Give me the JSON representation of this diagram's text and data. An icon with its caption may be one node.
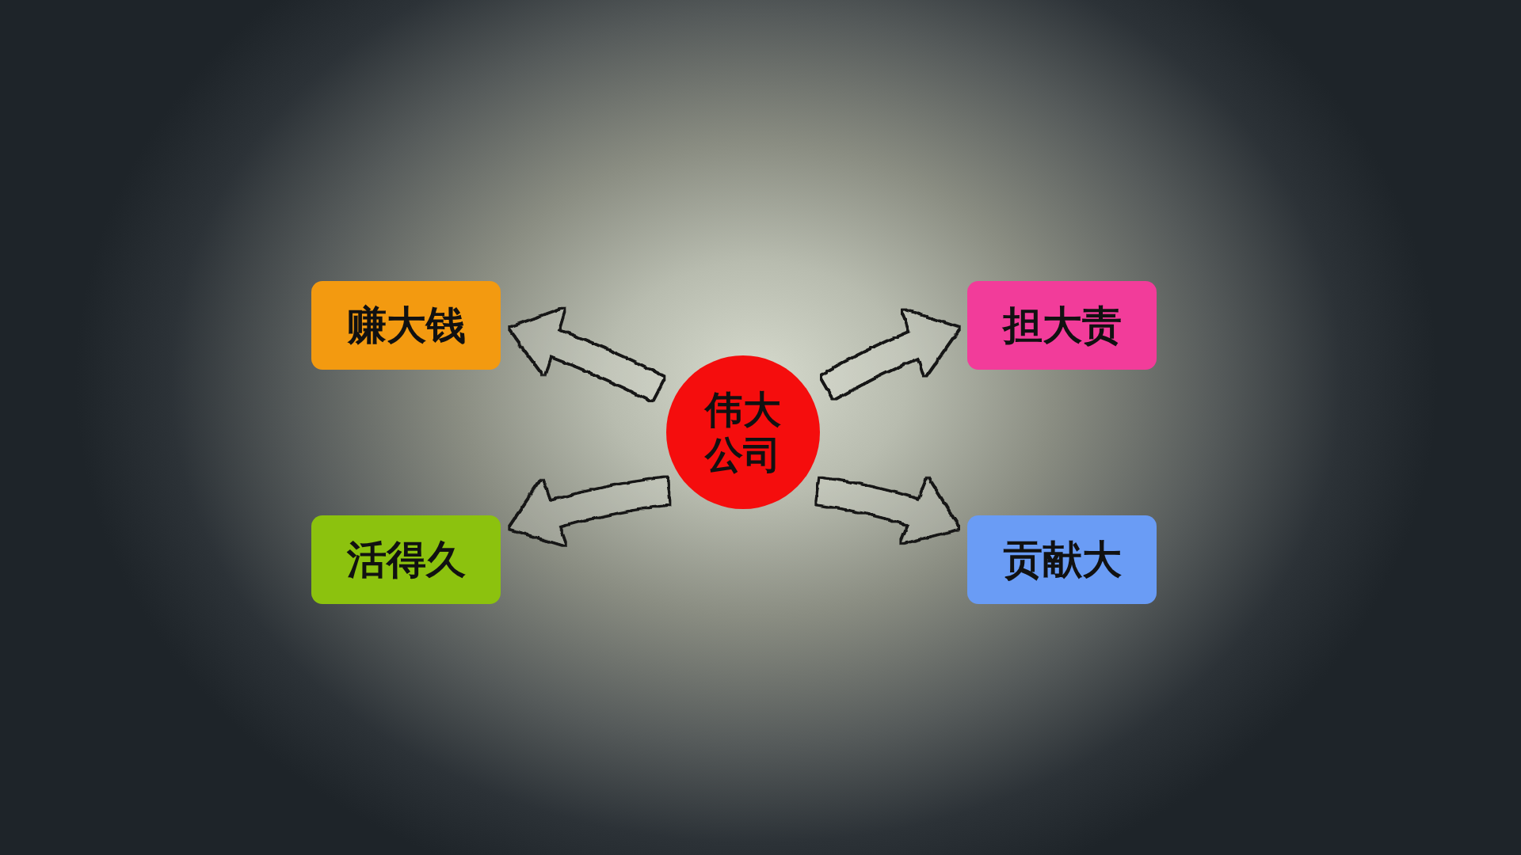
{
  "diagram": {
    "nodes": [
      {
        "text": [
          "赚大钱"
        ]
      },
      {
        "text": [
          "担大责"
        ]
      },
      {
        "text": [
          "伟大公司"
        ]
      },
      {
        "text": [
          "活得久"
        ]
      },
      {
        "text": [
          "贡献大"
        ]
      }
    ],
    "edges": [
      {
        "from": 2,
        "to": 0,
        "arrow": "to"
      },
      {
        "from": 2,
        "to": 1,
        "arrow": "to"
      },
      {
        "from": 2,
        "to": 3,
        "arrow": "to"
      },
      {
        "from": 2,
        "to": 4,
        "arrow": "to"
      }
    ]
  }
}
